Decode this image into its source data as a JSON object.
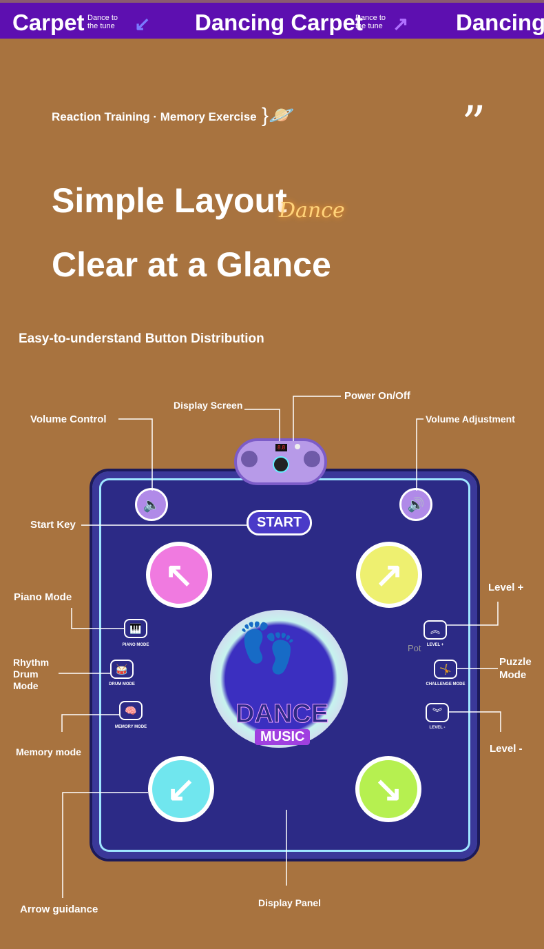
{
  "banner": {
    "items": [
      {
        "title": "Carpet",
        "sub": "Dance to the tune"
      },
      {
        "title": "Dancing Carpet",
        "sub": "Dance to the tune"
      },
      {
        "title": "Dancing"
      }
    ]
  },
  "tagline": "Reaction Training · Memory Exercise",
  "heading": {
    "line1": "Simple Layout",
    "line2": "Clear at a Glance",
    "script_word": "Dance"
  },
  "subheading": "Easy-to-understand Button Distribution",
  "callouts": {
    "display_screen": "Display Screen",
    "power": "Power On/Off",
    "volume_control": "Volume Control",
    "volume_adjustment": "Volume Adjustment",
    "start_key": "Start Key",
    "piano_mode": "Piano Mode",
    "rhythm_drum_mode": "Rhythm Drum Mode",
    "memory_mode": "Memory mode",
    "level_plus": "Level +",
    "puzzle_mode": "Puzzle Mode",
    "level_minus": "Level -",
    "arrow_guidance": "Arrow guidance",
    "display_panel": "Display Panel"
  },
  "mat": {
    "start": "START",
    "dance": "DANCE",
    "music": "MUSIC",
    "piano": "PIANO MODE",
    "drum": "DRUM MODE",
    "memory": "MEMORY MODE",
    "level_up": "LEVEL +",
    "challenge": "CHALLENGE MODE",
    "level_down": "LEVEL -",
    "pot": "Pot",
    "display": "8.8"
  }
}
